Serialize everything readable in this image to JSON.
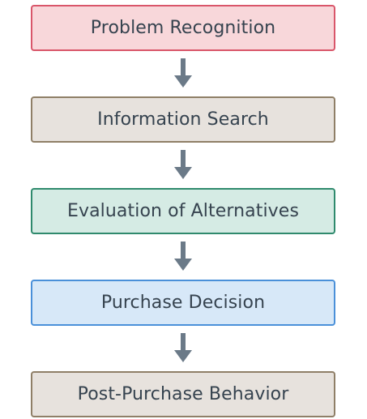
{
  "steps": [
    {
      "label": "Problem Recognition",
      "fill": "#f8d7da",
      "border": "#d9566a"
    },
    {
      "label": "Information Search",
      "fill": "#e7e2dd",
      "border": "#8f7f67"
    },
    {
      "label": "Evaluation of Alternatives",
      "fill": "#d5ebe4",
      "border": "#2f8a6d"
    },
    {
      "label": "Purchase Decision",
      "fill": "#d7e8f8",
      "border": "#4a90d9"
    },
    {
      "label": "Post-Purchase Behavior",
      "fill": "#e7e2dd",
      "border": "#8f7f67"
    }
  ],
  "arrow_color": "#6b7a88"
}
